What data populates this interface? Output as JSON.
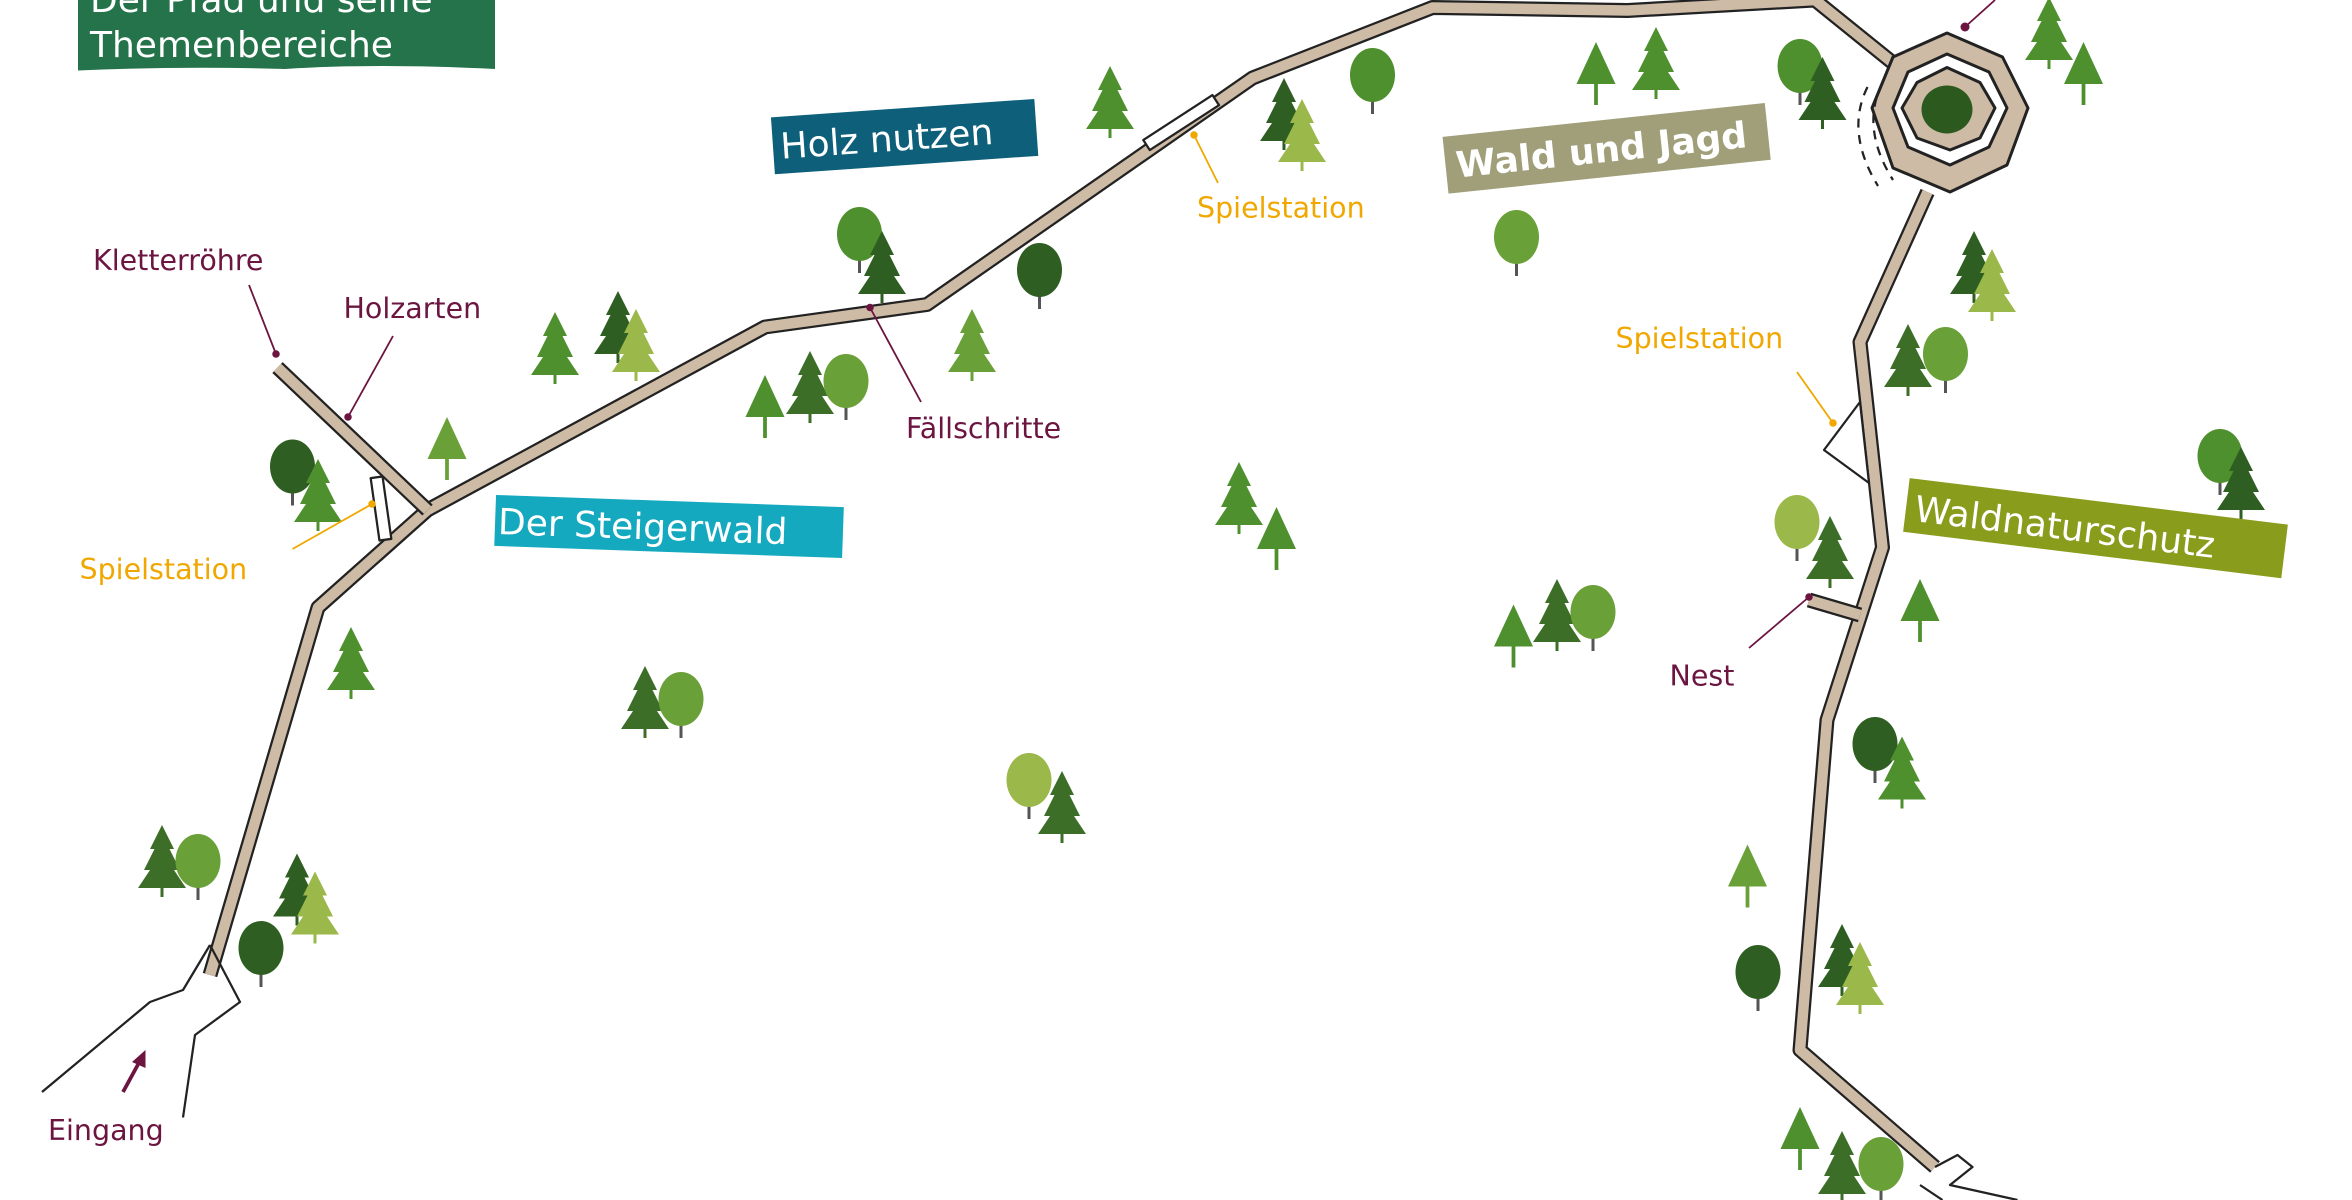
{
  "title": {
    "line1": "Der Pfad und seine",
    "line2": "Themenbereiche"
  },
  "themes": [
    {
      "label": "Holz nutzen",
      "color": "#0d5f7a"
    },
    {
      "label": "Wald und Jagd",
      "color": "#a09f7a"
    },
    {
      "label": "Der Steigerwald",
      "color": "#14a9bf"
    },
    {
      "label": "Waldnaturschutz",
      "color": "#8a9c1c"
    }
  ],
  "stations": {
    "kletterroehre": "Kletterröhre",
    "holzarten": "Holzarten",
    "spielstation": "Spielstation",
    "faellschritte": "Fällschritte",
    "nest": "Nest",
    "eingang": "Eingang"
  },
  "colors": {
    "path": "#cdbba6",
    "title_bg": "#25734a",
    "poi": "#6b1540",
    "play": "#f0a800"
  }
}
